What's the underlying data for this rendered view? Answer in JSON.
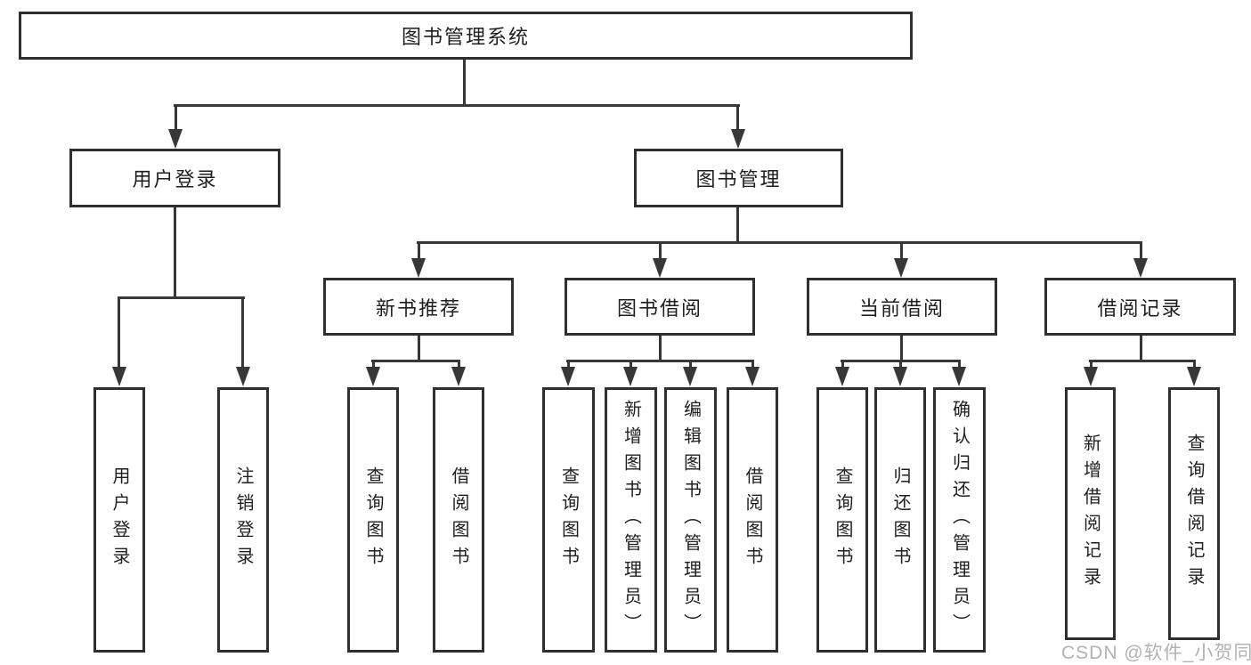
{
  "diagram_type": "functional-structure-tree",
  "colors": {
    "line": "#373737",
    "box_border": "#2f2f2f",
    "text": "#1f1f1f",
    "watermark": "#b2b2b2",
    "background": "#ffffff"
  },
  "watermark": {
    "text": "CSDN @软件_小贺同学"
  },
  "tree": {
    "root": {
      "label": "图书管理系统",
      "children": [
        {
          "label": "用户登录",
          "children": [
            {
              "label": "用户登录"
            },
            {
              "label": "注销登录"
            }
          ]
        },
        {
          "label": "图书管理",
          "children": [
            {
              "label": "新书推荐",
              "children": [
                {
                  "label": "查询图书"
                },
                {
                  "label": "借阅图书"
                }
              ]
            },
            {
              "label": "图书借阅",
              "children": [
                {
                  "label": "查询图书"
                },
                {
                  "label": "新增图书（管理员）"
                },
                {
                  "label": "编辑图书（管理员）"
                },
                {
                  "label": "借阅图书"
                }
              ]
            },
            {
              "label": "当前借阅",
              "children": [
                {
                  "label": "查询图书"
                },
                {
                  "label": "归还图书"
                },
                {
                  "label": "确认归还（管理员）"
                }
              ]
            },
            {
              "label": "借阅记录",
              "children": [
                {
                  "label": "新增借阅记录"
                },
                {
                  "label": "查询借阅记录"
                }
              ]
            }
          ]
        }
      ]
    }
  }
}
